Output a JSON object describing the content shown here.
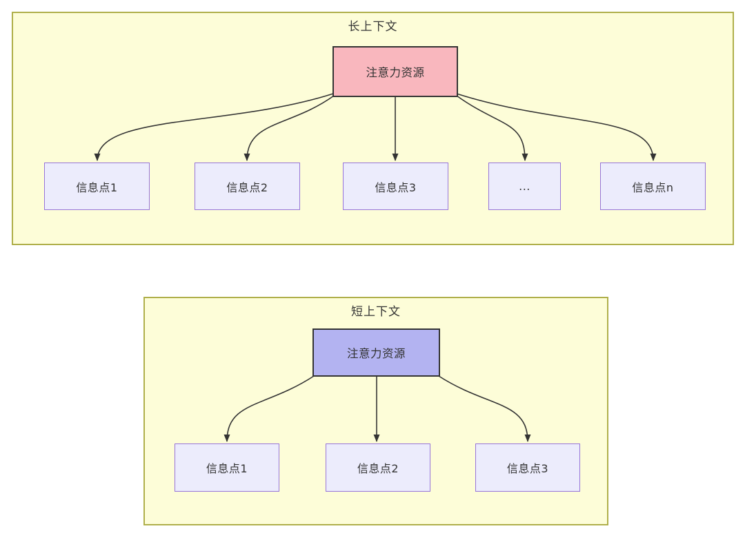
{
  "colors": {
    "container_fill": "#FDFDD8",
    "container_border": "#AFAF4A",
    "node_fill": "#ECECFC",
    "node_border": "#9673D9",
    "source_border": "#333333",
    "long_source_fill": "#F9B7BE",
    "short_source_fill": "#B3B3F1",
    "arrow": "#333333",
    "text": "#333333"
  },
  "long_context": {
    "title": "长上下文",
    "source_label": "注意力资源",
    "targets": [
      "信息点1",
      "信息点2",
      "信息点3",
      "...",
      "信息点n"
    ]
  },
  "short_context": {
    "title": "短上下文",
    "source_label": "注意力资源",
    "targets": [
      "信息点1",
      "信息点2",
      "信息点3"
    ]
  }
}
